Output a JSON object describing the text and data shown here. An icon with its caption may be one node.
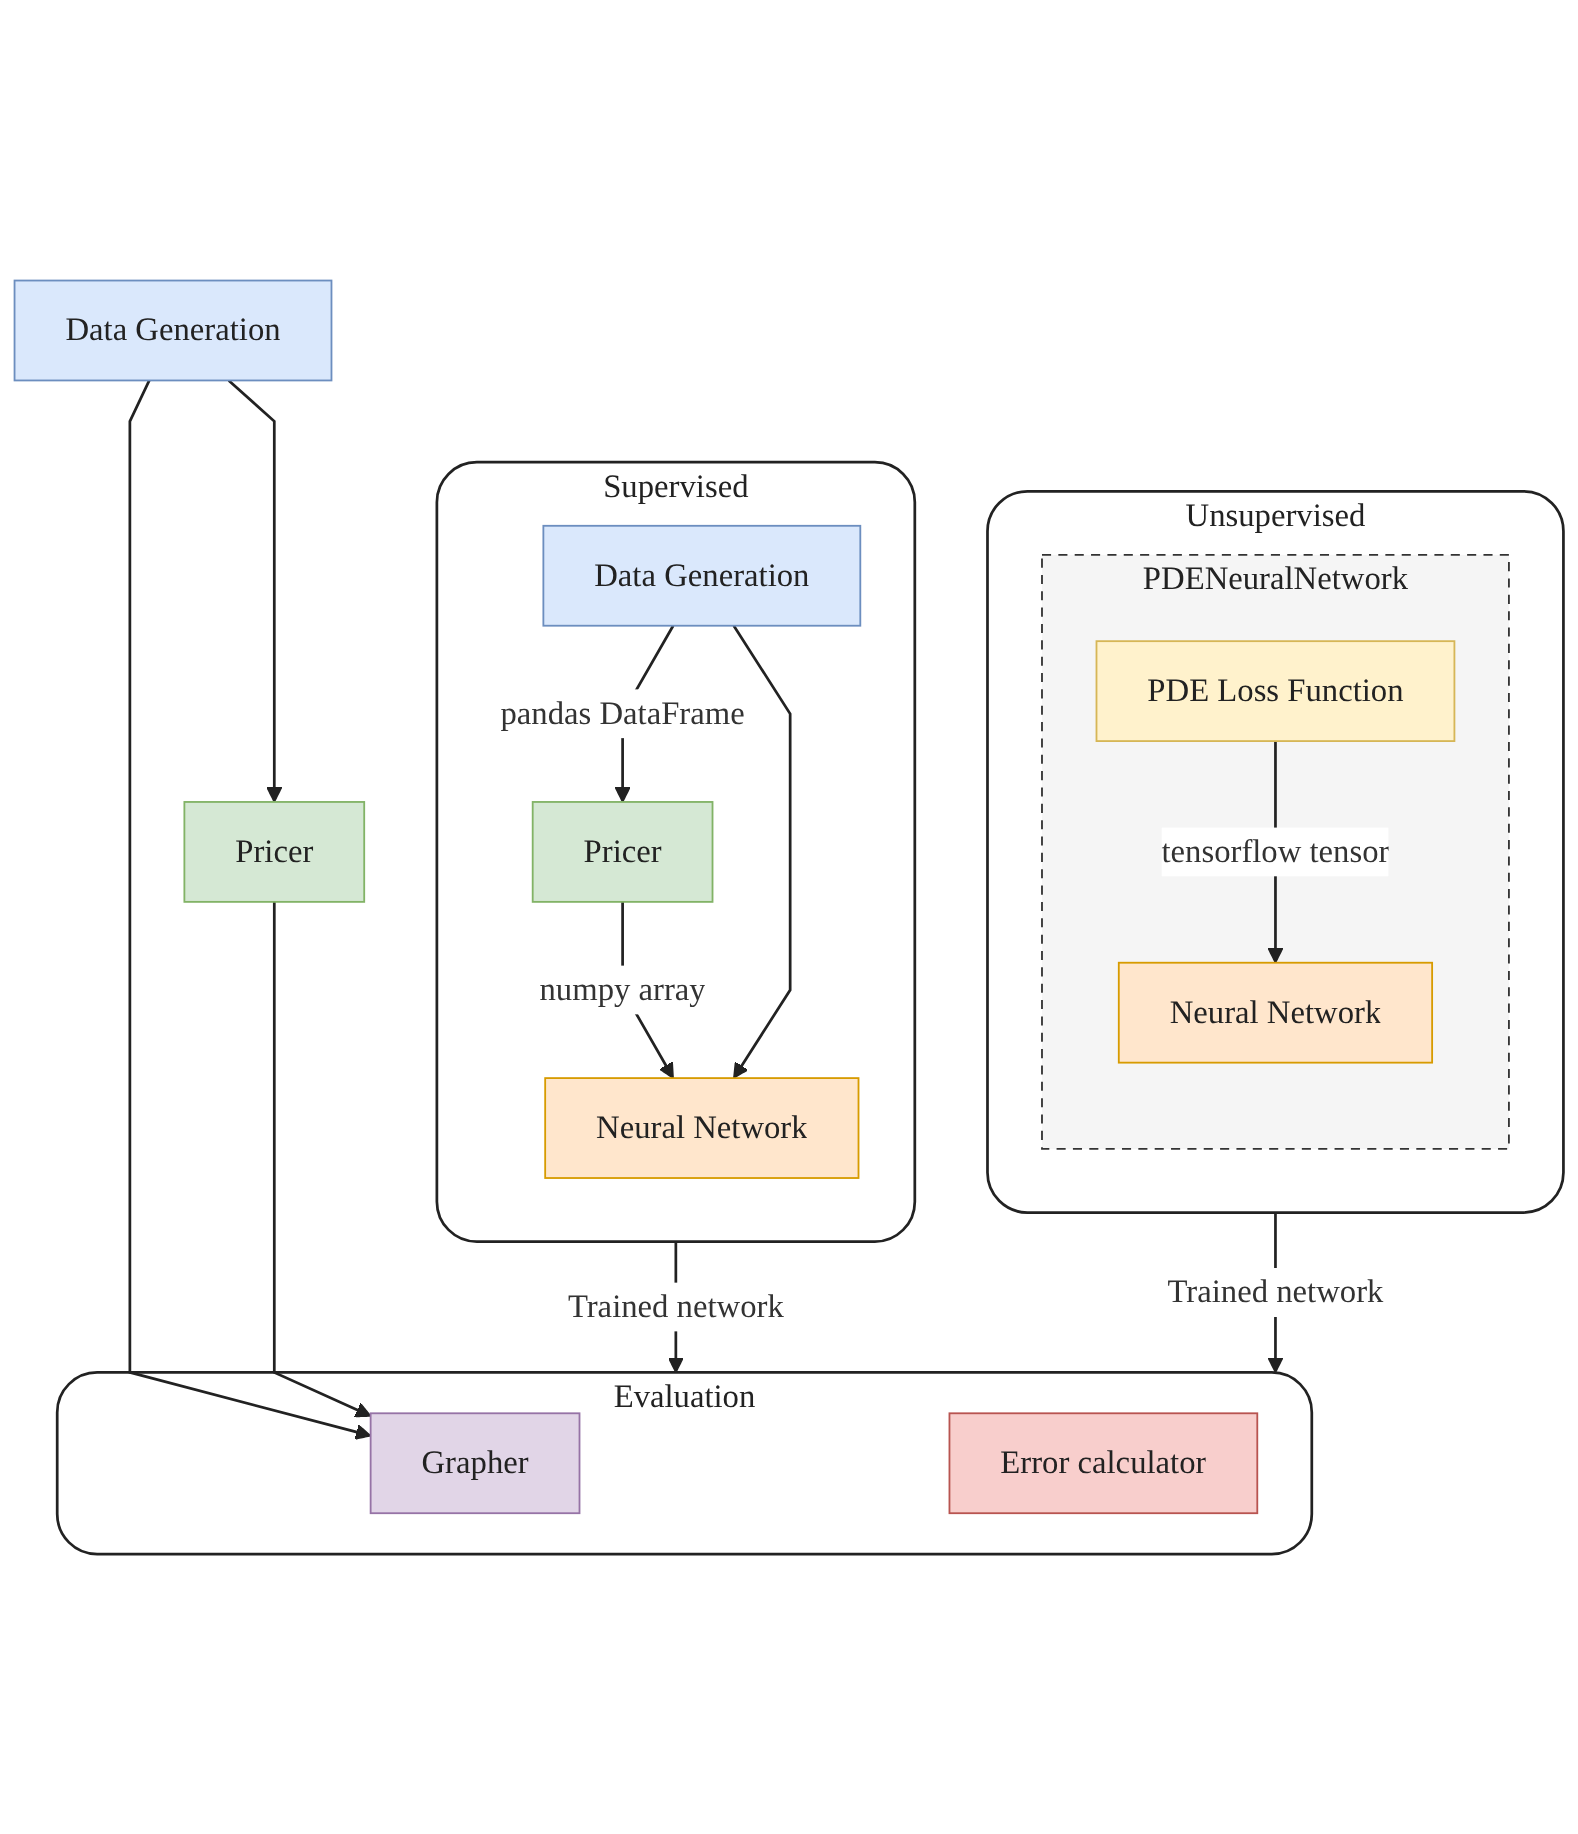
{
  "diagram": {
    "nodes": [
      {
        "text": [
          "Supervised"
        ]
      },
      {
        "text": [
          "Data Generation"
        ],
        "in": 0
      },
      {
        "text": [
          "Pricer"
        ],
        "in": 0
      },
      {
        "text": [
          "Neural Network"
        ],
        "in": 0
      },
      {
        "text": [
          "Unsupervised"
        ]
      },
      {
        "text": [
          "PDENeuralNetwork"
        ],
        "in": 4
      },
      {
        "text": [
          "PDE Loss Function"
        ],
        "in": 5
      },
      {
        "text": [
          "Neural Network"
        ],
        "in": 5
      },
      {
        "text": [
          "Evaluation"
        ]
      },
      {
        "text": [
          "Data Generation"
        ]
      },
      {
        "text": [
          "Pricer"
        ]
      },
      {
        "text": [
          "Grapher"
        ],
        "in": 8
      },
      {
        "text": [
          "Error calculator"
        ],
        "in": 8
      }
    ],
    "edges": [
      {
        "from": 1,
        "to": 2,
        "arrow": "to",
        "label": "pandas DataFrame"
      },
      {
        "from": 2,
        "to": 3,
        "arrow": "to",
        "label": "numpy array"
      },
      {
        "from": 1,
        "to": 3,
        "arrow": "to"
      },
      {
        "from": 6,
        "to": 7,
        "arrow": "to",
        "label": "tensorflow tensor"
      },
      {
        "from": 0,
        "to": 8,
        "arrow": "to",
        "label": "Trained network"
      },
      {
        "from": 4,
        "to": 8,
        "arrow": "to",
        "label": "Trained network"
      },
      {
        "from": 9,
        "to": 10,
        "arrow": "to"
      },
      {
        "from": 9,
        "to": 11,
        "arrow": "to"
      },
      {
        "from": 10,
        "to": 11,
        "arrow": "to"
      }
    ]
  }
}
